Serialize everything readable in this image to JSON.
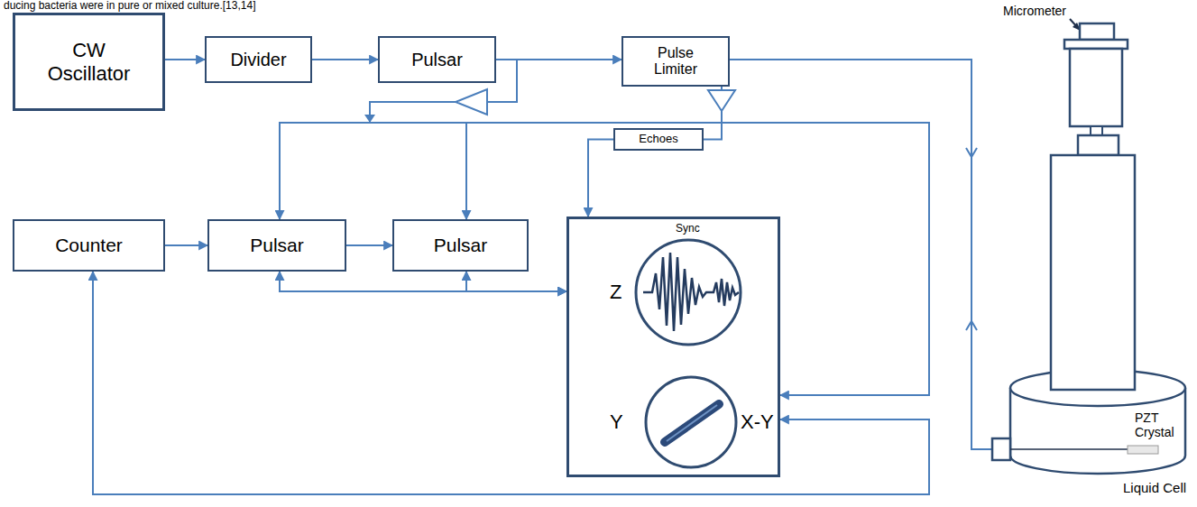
{
  "diagram": {
    "nodes": [
      {
        "text": [
          "CW Oscillator"
        ]
      },
      {
        "text": [
          "Divider"
        ]
      },
      {
        "text": [
          "Pulsar"
        ]
      },
      {
        "text": [
          "Pulse Limiter"
        ]
      },
      {
        "text": [
          "Echoes"
        ]
      },
      {
        "text": [
          "Counter"
        ]
      },
      {
        "text": [
          "Pulsar"
        ]
      },
      {
        "text": [
          "Pulsar"
        ]
      },
      {
        "text": [
          "Sync",
          "Z",
          "Y",
          "X-Y"
        ]
      }
    ],
    "edges": [
      {
        "from": 0,
        "to": 1,
        "arrow": "to"
      },
      {
        "from": 1,
        "to": 2,
        "arrow": "to"
      },
      {
        "from": 2,
        "to": 3,
        "arrow": "to"
      },
      {
        "from": 2,
        "to": 6,
        "arrow": "to"
      },
      {
        "from": 2,
        "to": 7,
        "arrow": "to"
      },
      {
        "from": 2,
        "to": 8,
        "arrow": "to"
      },
      {
        "from": 3,
        "to": 4,
        "arrow": "none"
      },
      {
        "from": 4,
        "to": 8,
        "arrow": "to"
      },
      {
        "from": 5,
        "to": 6,
        "arrow": "to"
      },
      {
        "from": 6,
        "to": 7,
        "arrow": "to"
      },
      {
        "from": 6,
        "to": 8,
        "arrow": "both"
      },
      {
        "from": 7,
        "to": 8,
        "arrow": "both"
      },
      {
        "from": 5,
        "to": 8,
        "arrow": "both"
      }
    ],
    "labels": [
      "ducing bacteria were in pure or mixed culture.[13,14]",
      "Micrometer",
      "PZT Crystal",
      "Liquid Cell"
    ]
  }
}
